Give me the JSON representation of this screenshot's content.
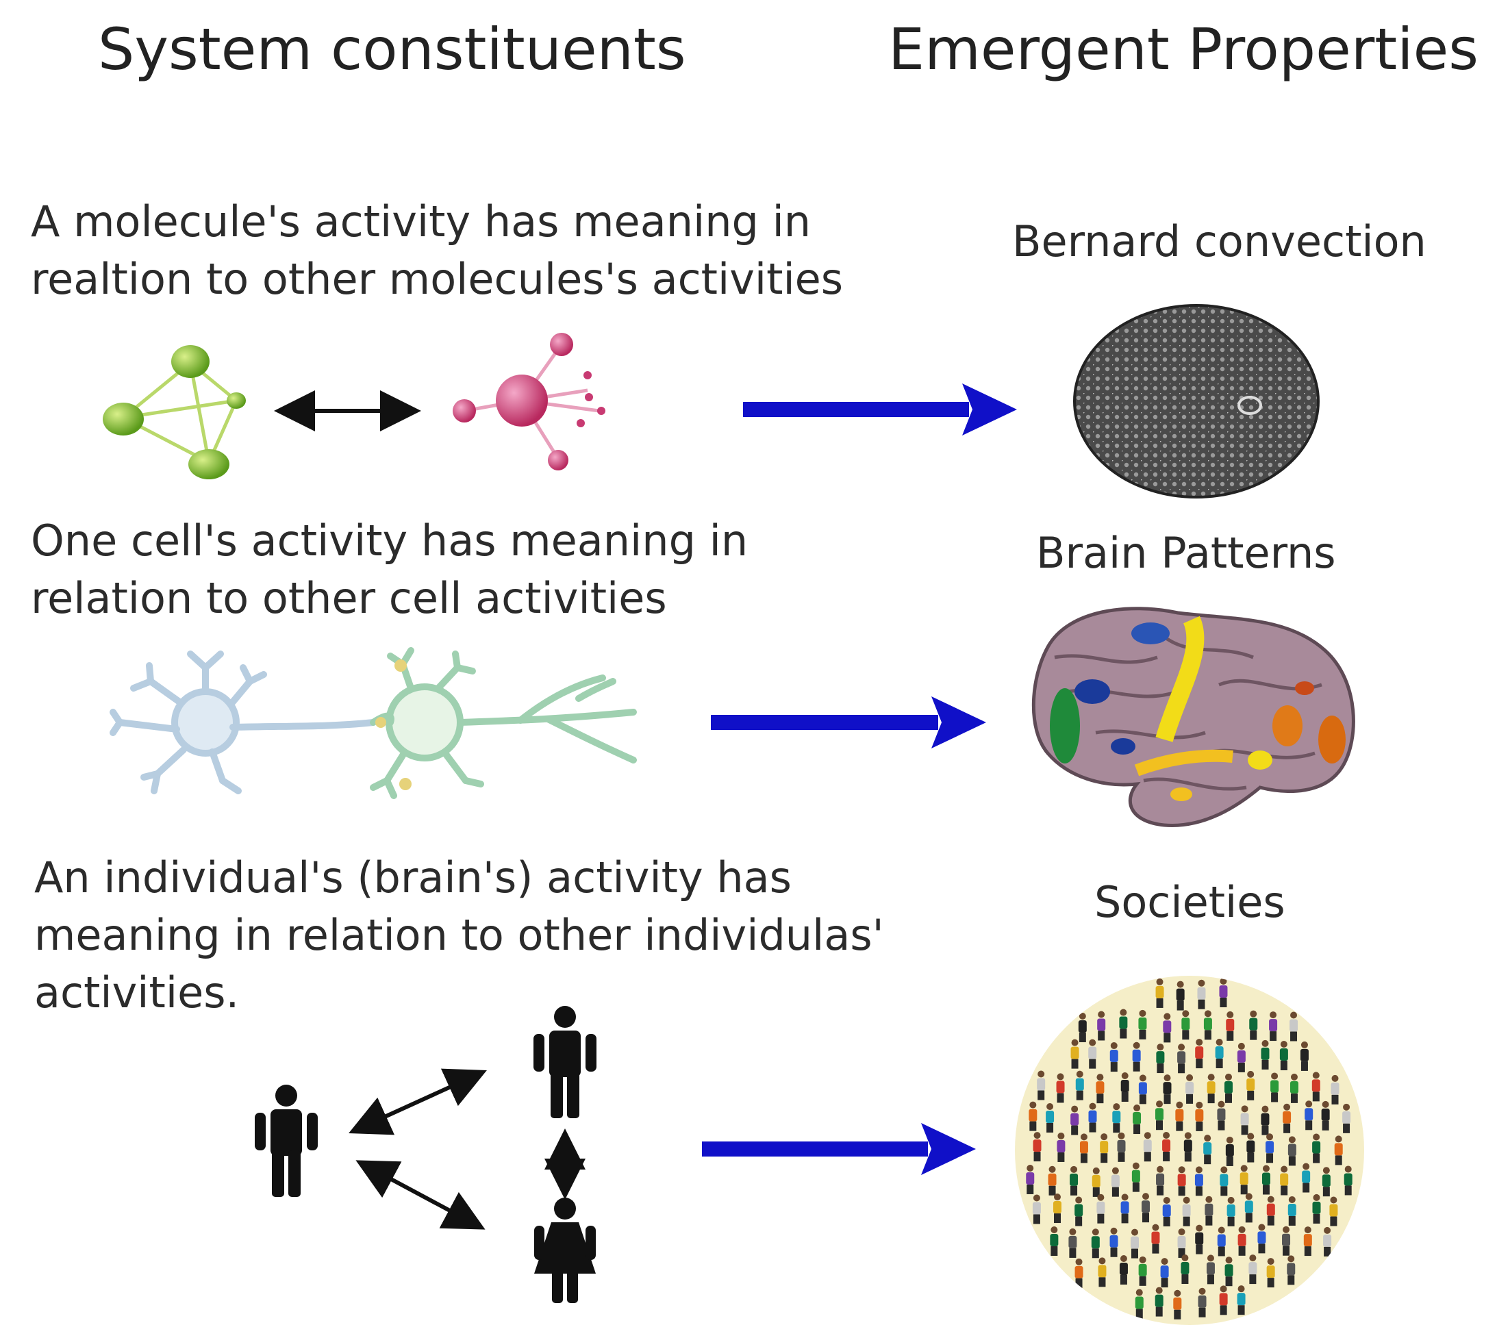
{
  "headers": {
    "left": "System constituents",
    "right": "Emergent Properties"
  },
  "rows": [
    {
      "description_lines": [
        "A molecule's activity has meaning in",
        "realtion to other molecules's activities"
      ],
      "property": "Bernard convection"
    },
    {
      "description_lines": [
        "One cell's activity has meaning in",
        "relation to other cell activities"
      ],
      "property": "Brain Patterns"
    },
    {
      "description_lines": [
        "An individual's (brain's) activity has",
        "meaning in relation to other individulas'",
        "activities."
      ],
      "property": "Societies"
    }
  ],
  "colors": {
    "big_arrow": "#1010c8",
    "small_arrow": "#111111",
    "molecule_green": "#7ab82a",
    "molecule_pink": "#d0407a",
    "neuron_blue": "#b7cde0",
    "neuron_green": "#9fd0b0",
    "convection_disc": "#555555",
    "brain_base": "#a88a9a",
    "person": "#111111"
  }
}
